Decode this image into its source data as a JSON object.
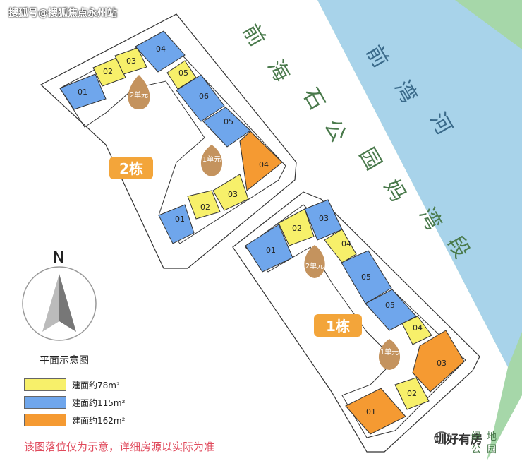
{
  "watermark": "搜狐号@搜狐焦点永州站",
  "park_label": [
    "前",
    "海",
    "石",
    "公",
    "园",
    "妈",
    "湾",
    "段"
  ],
  "river_label": [
    "前",
    "湾",
    "河"
  ],
  "compass": "N",
  "building2_label": "2栋",
  "building1_label": "1栋",
  "b2_units": {
    "u01a": "01",
    "u02a": "02",
    "u03a": "03",
    "u04a": "04",
    "u05a": "05",
    "u06": "06",
    "u05b": "05",
    "u04b": "04",
    "u03b": "03",
    "u02b": "02",
    "u01b": "01"
  },
  "b1_units": {
    "u01a": "01",
    "u02a": "02",
    "u03a": "03",
    "u04a": "04",
    "u05a": "05",
    "u05b": "05",
    "u04b": "04",
    "u03": "03",
    "u02": "02",
    "u01": "01"
  },
  "b2_pins": [
    "2单元",
    "1单元"
  ],
  "b1_pins": [
    "2单元",
    "1单元"
  ],
  "legend": {
    "title": "平面示意图",
    "items": [
      {
        "label": "建面约78m²",
        "color": "#f7f06a"
      },
      {
        "label": "建面约115m²",
        "color": "#6fa6ec"
      },
      {
        "label": "建面约162m²",
        "color": "#f59a32"
      }
    ]
  },
  "note": "该图落位仅为示意，详细房源以实际为准",
  "brand": "圳好有房",
  "brand_bg": [
    "绿",
    "地",
    "公",
    "园"
  ],
  "colors": {
    "park": "#a6d7a9",
    "river": "#a8d3ea",
    "orange_badge": "#f3a53a",
    "pin": "#c4935e"
  }
}
